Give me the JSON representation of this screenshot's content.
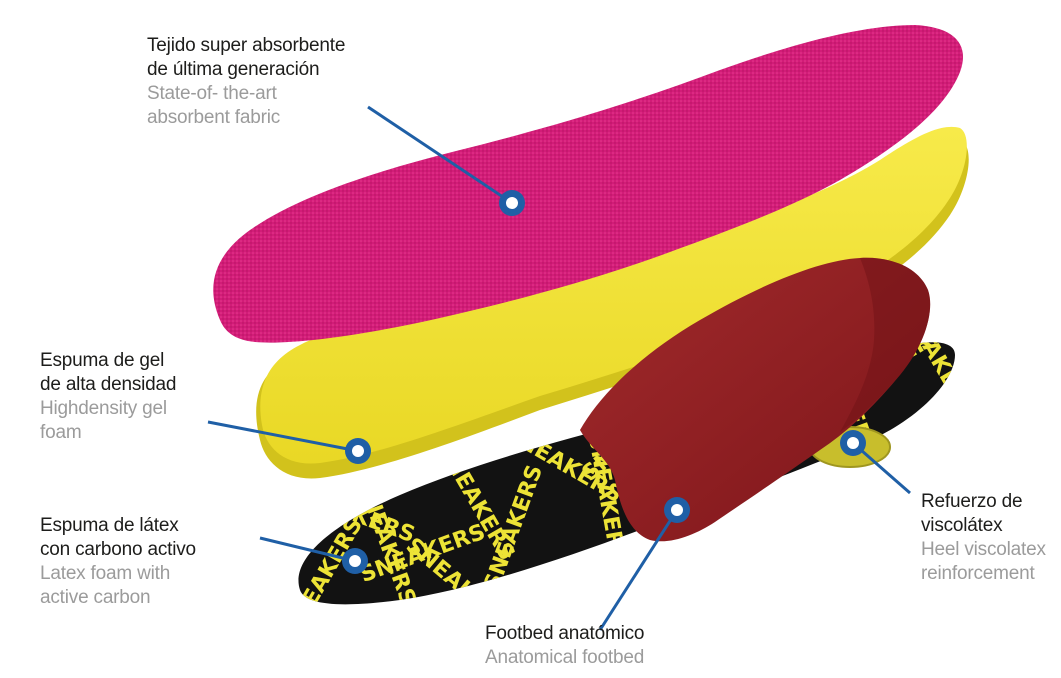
{
  "labels": {
    "fabric": {
      "es": [
        "Tejido super absorbente",
        "de última generación"
      ],
      "en": [
        "State-of- the-art",
        "absorbent fabric"
      ]
    },
    "gel": {
      "es": [
        "Espuma de gel",
        "de alta densidad"
      ],
      "en": [
        "Highdensity gel",
        "foam"
      ]
    },
    "latex": {
      "es": [
        "Espuma de látex",
        "con carbono activo"
      ],
      "en": [
        "Latex foam with",
        "active carbon"
      ]
    },
    "footbed": {
      "es": [
        "Footbed anatómico"
      ],
      "en": [
        "Anatomical footbed"
      ]
    },
    "heel": {
      "es": [
        "Refuerzo de",
        "viscolátex"
      ],
      "en": [
        "Heel viscolatex",
        "reinforcement"
      ]
    }
  },
  "colors": {
    "fabric": "#d21c78",
    "gel": "#f2e235",
    "footbed": "#8e1d22",
    "latex_base": "#121212",
    "latex_print": "#ede336",
    "heel_pad": "#c8be2c",
    "leader": "#1f5fa6"
  },
  "print_text": "SNEAKERS"
}
